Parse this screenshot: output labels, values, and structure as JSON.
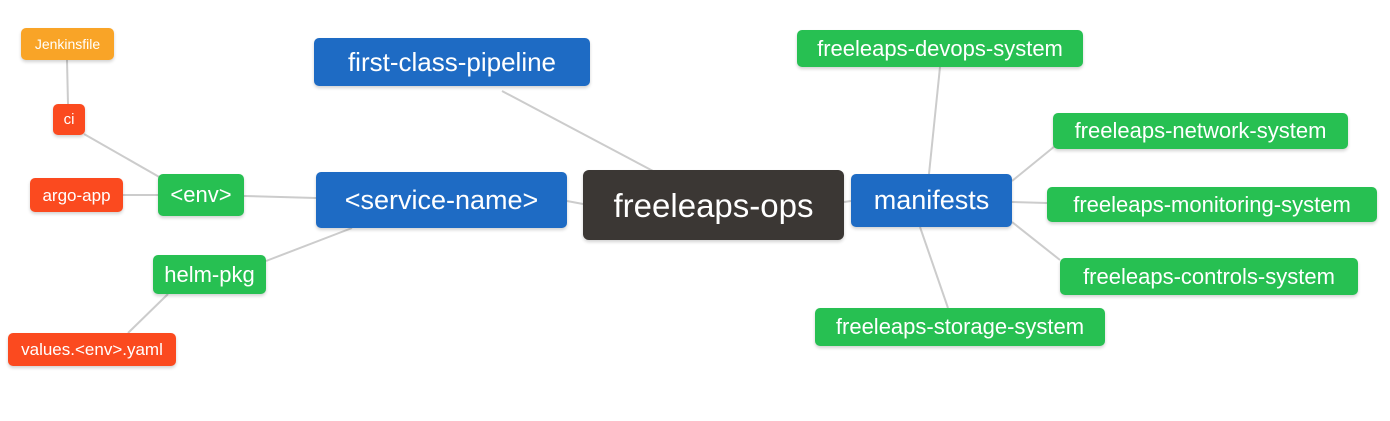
{
  "diagram": {
    "type": "mindmap",
    "root_label": "freeleaps-ops"
  },
  "palette": {
    "root_bg": "#3B3734",
    "branch_blue": "#1E6BC4",
    "leaf_green": "#27C052",
    "leaf_red": "#FB4A1F",
    "leaf_orange": "#F9A427",
    "edge_line": "#CCCCCC",
    "node_text": "#FFFFFF",
    "background": "#FFFFFF"
  },
  "nodes": {
    "freeleaps_ops": {
      "label": "freeleaps-ops",
      "color": "#3B3734"
    },
    "first_class_pipeline": {
      "label": "first-class-pipeline",
      "color": "#1E6BC4"
    },
    "service_name": {
      "label": "<service-name>",
      "color": "#1E6BC4"
    },
    "manifests": {
      "label": "manifests",
      "color": "#1E6BC4"
    },
    "env": {
      "label": "<env>",
      "color": "#27C052"
    },
    "helm_pkg": {
      "label": "helm-pkg",
      "color": "#27C052"
    },
    "ci": {
      "label": "ci",
      "color": "#FB4A1F"
    },
    "argo_app": {
      "label": "argo-app",
      "color": "#FB4A1F"
    },
    "jenkinsfile": {
      "label": "Jenkinsfile",
      "color": "#F9A427"
    },
    "values_env_yaml": {
      "label": "values.<env>.yaml",
      "color": "#FB4A1F"
    },
    "devops_system": {
      "label": "freeleaps-devops-system",
      "color": "#27C052"
    },
    "network_system": {
      "label": "freeleaps-network-system",
      "color": "#27C052"
    },
    "monitoring_system": {
      "label": "freeleaps-monitoring-system",
      "color": "#27C052"
    },
    "controls_system": {
      "label": "freeleaps-controls-system",
      "color": "#27C052"
    },
    "storage_system": {
      "label": "freeleaps-storage-system",
      "color": "#27C052"
    }
  },
  "edges": [
    {
      "from": "freeleaps_ops",
      "to": "first_class_pipeline"
    },
    {
      "from": "freeleaps_ops",
      "to": "service_name"
    },
    {
      "from": "freeleaps_ops",
      "to": "manifests"
    },
    {
      "from": "service_name",
      "to": "env"
    },
    {
      "from": "service_name",
      "to": "helm_pkg"
    },
    {
      "from": "env",
      "to": "ci"
    },
    {
      "from": "env",
      "to": "argo_app"
    },
    {
      "from": "ci",
      "to": "jenkinsfile"
    },
    {
      "from": "helm_pkg",
      "to": "values_env_yaml"
    },
    {
      "from": "manifests",
      "to": "devops_system"
    },
    {
      "from": "manifests",
      "to": "network_system"
    },
    {
      "from": "manifests",
      "to": "monitoring_system"
    },
    {
      "from": "manifests",
      "to": "controls_system"
    },
    {
      "from": "manifests",
      "to": "storage_system"
    }
  ]
}
